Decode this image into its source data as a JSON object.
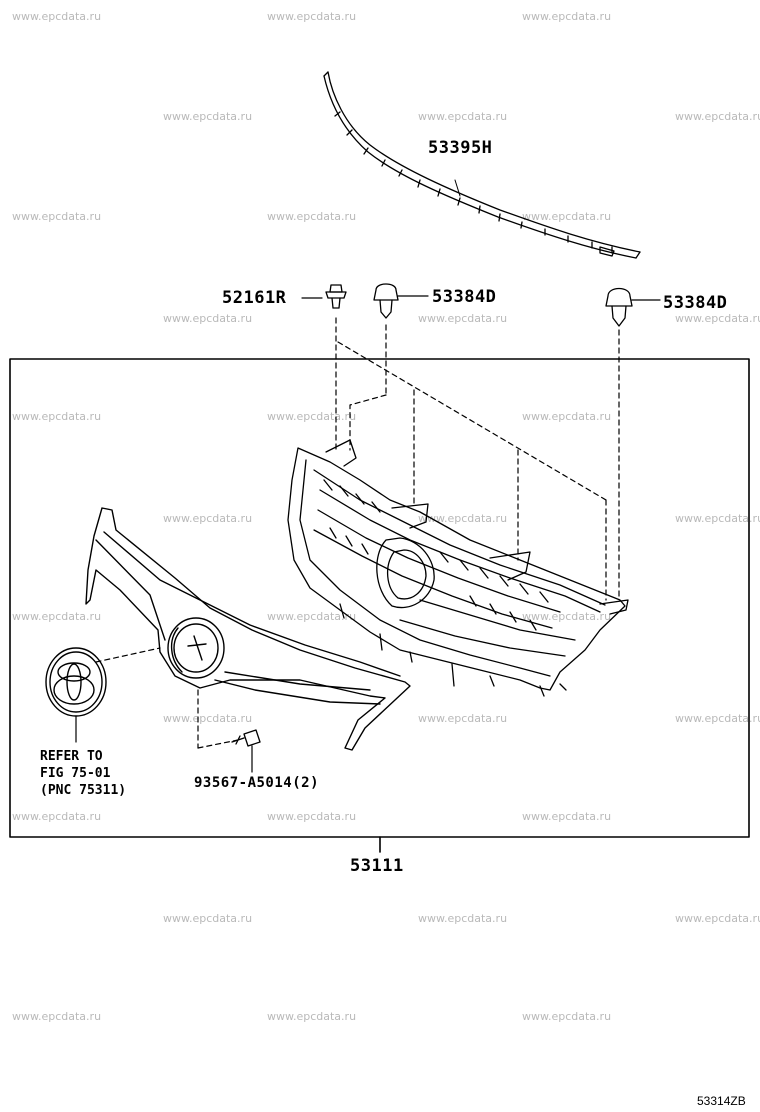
{
  "watermark_text": "www.epcdata.ru",
  "parts": {
    "molding": "53395H",
    "clip": "52161R",
    "retainer_left": "53384D",
    "retainer_right": "53384D",
    "screw": "93567-A5014(2)",
    "grille_assembly": "53111"
  },
  "emblem_reference": {
    "line1": "REFER TO",
    "line2": "FIG 75-01",
    "line3": "(PNC 75311)"
  },
  "figure_id": "53314ZB",
  "colors": {
    "line": "#000000",
    "watermark": "#b9b9b9"
  }
}
